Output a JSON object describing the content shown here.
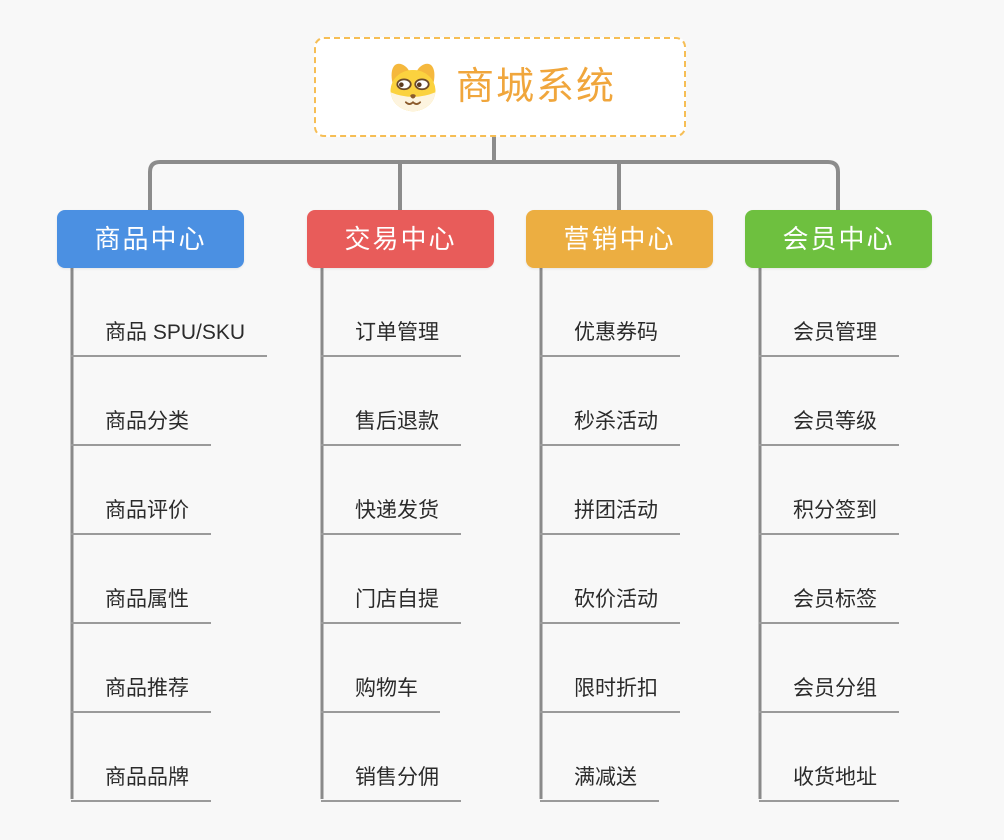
{
  "root": {
    "title": "商城系统",
    "icon": "dog-face-icon"
  },
  "branches": [
    {
      "label": "商品中心",
      "color": "#4B90E2",
      "children": [
        "商品 SPU/SKU",
        "商品分类",
        "商品评价",
        "商品属性",
        "商品推荐",
        "商品品牌"
      ]
    },
    {
      "label": "交易中心",
      "color": "#E85C5A",
      "children": [
        "订单管理",
        "售后退款",
        "快递发货",
        "门店自提",
        "购物车",
        "销售分佣"
      ]
    },
    {
      "label": "营销中心",
      "color": "#ECAE41",
      "children": [
        "优惠券码",
        "秒杀活动",
        "拼团活动",
        "砍价活动",
        "限时折扣",
        "满减送"
      ]
    },
    {
      "label": "会员中心",
      "color": "#6EC03F",
      "children": [
        "会员管理",
        "会员等级",
        "积分签到",
        "会员标签",
        "会员分组",
        "收货地址"
      ]
    }
  ],
  "colors": {
    "background": "#F8F8F8",
    "root_background": "#FFFFFF",
    "root_border": "#F6BE55",
    "root_text": "#F0A63C",
    "branch_text": "#FFFFFF",
    "connector": "#8C8C8C",
    "spine": "#8A8A8A",
    "leaf_text": "#2B2B2B",
    "leaf_underline": "#9A9A9A"
  }
}
